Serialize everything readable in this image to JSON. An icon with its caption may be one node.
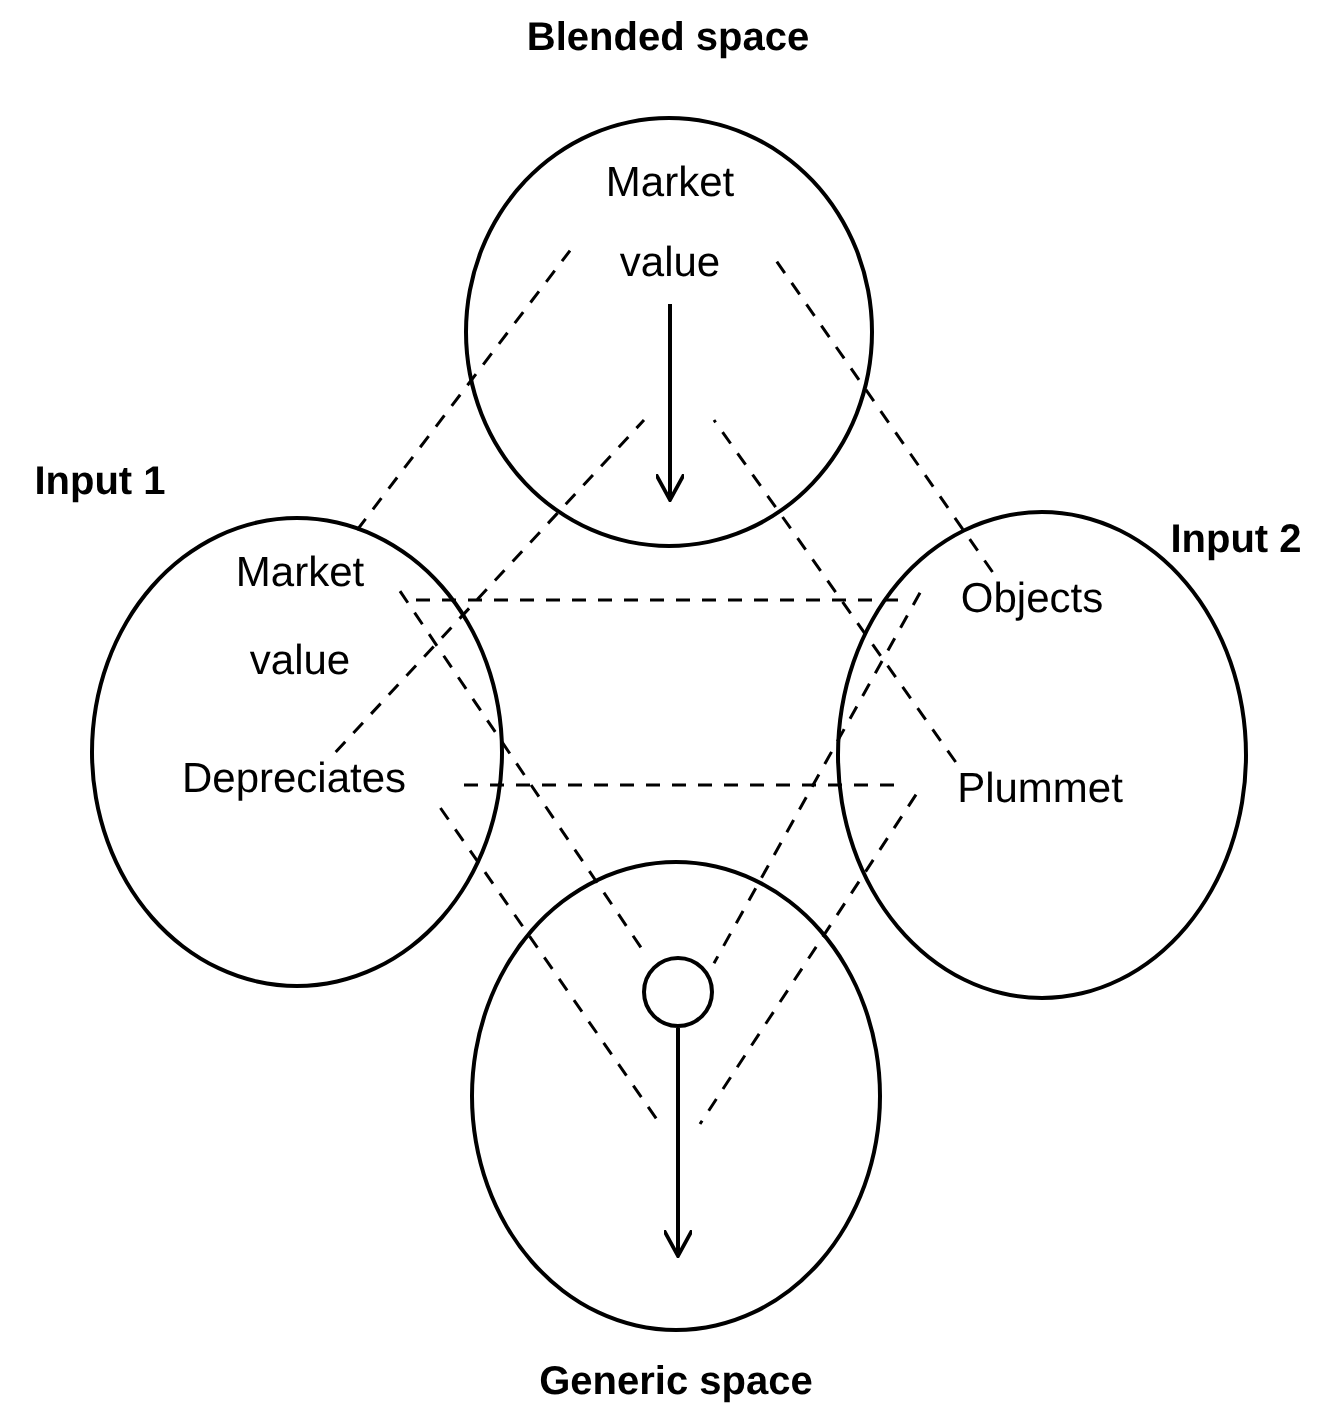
{
  "diagram": {
    "nodes": [
      {
        "text": [
          "Blended space"
        ]
      },
      {
        "text": [
          "Market value"
        ],
        "in": 0
      },
      {
        "text": [
          "Input 1"
        ]
      },
      {
        "text": [
          "Market value"
        ],
        "in": 2
      },
      {
        "text": [
          "Depreciates"
        ],
        "in": 2
      },
      {
        "text": [
          "Input 2"
        ]
      },
      {
        "text": [
          "Objects"
        ],
        "in": 5
      },
      {
        "text": [
          "Plummet"
        ],
        "in": 5
      },
      {
        "text": [
          "Generic space"
        ]
      },
      {
        "text": [],
        "shape": "circle",
        "in": 8
      }
    ],
    "edges": [
      {
        "from": 3,
        "to": 6,
        "arrow": "none",
        "style": "dashed"
      },
      {
        "from": 4,
        "to": 7,
        "arrow": "none",
        "style": "dashed"
      },
      {
        "from": 3,
        "to": 1,
        "arrow": "none",
        "style": "dashed"
      },
      {
        "from": 4,
        "to": null,
        "arrow": "none",
        "style": "dashed"
      },
      {
        "from": 7,
        "to": null,
        "arrow": "none",
        "style": "dashed"
      },
      {
        "from": 6,
        "to": 1,
        "arrow": "none",
        "style": "dashed"
      },
      {
        "from": 3,
        "to": 9,
        "arrow": "none",
        "style": "dashed"
      },
      {
        "from": 4,
        "to": null,
        "arrow": "none",
        "style": "dashed"
      },
      {
        "from": 6,
        "to": 9,
        "arrow": "none",
        "style": "dashed"
      },
      {
        "from": 7,
        "to": null,
        "arrow": "none",
        "style": "dashed"
      },
      {
        "from": 1,
        "to": null,
        "arrow": "to"
      },
      {
        "from": 9,
        "to": null,
        "arrow": "to"
      }
    ]
  }
}
